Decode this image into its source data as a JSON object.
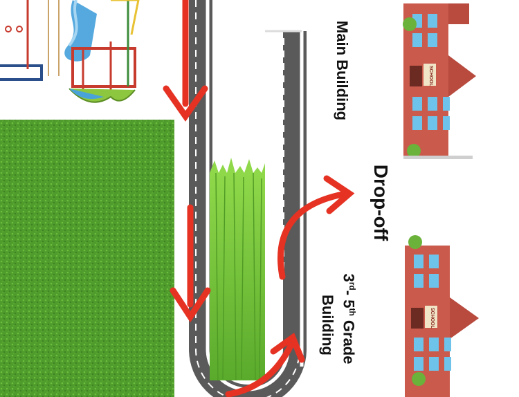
{
  "labels": {
    "main_building": "Main Building",
    "drop_off": "Drop-off",
    "grade_building_line1": "3rd- 5th Grade",
    "grade_building_line1_parts": {
      "n1": "3",
      "sup1": "rd",
      "mid": "- 5",
      "sup2": "th",
      "tail": " Grade"
    },
    "grade_building_line2": "Building",
    "school_sign": "SCHOOL"
  },
  "icons": {
    "playground": "playground-icon",
    "school": "school-building-icon",
    "arrow": "red-arrow-icon"
  },
  "colors": {
    "grass_field": "#4e9a2a",
    "road": "#5a5a5a",
    "road_edge": "#ffffff",
    "arrow": "#e53223",
    "building_wall": "#c95a4c",
    "window": "#6ec3ea"
  }
}
